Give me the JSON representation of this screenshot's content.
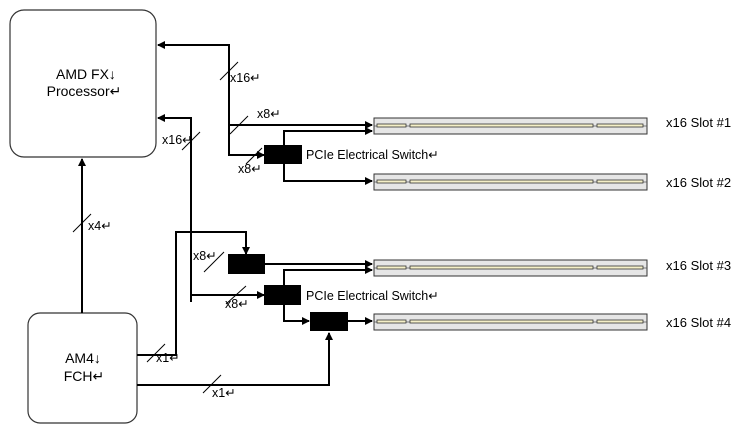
{
  "processor": {
    "line1": "AMD FX↓",
    "line2": "Processor↵"
  },
  "fch": {
    "line1": "AM4↓",
    "line2": "FCH↵"
  },
  "links": {
    "cpu_top_x16": "x16↵",
    "cpu_left_x16": "x16↵",
    "slot1_x8": "x8↵",
    "switch1_x8": "x8↵",
    "fch_cpu_x4": "x4↵",
    "mid_switch_x8": "x8↵",
    "switch2_x8": "x8↵",
    "fch_x1_upper": "x1↵",
    "fch_x1_lower": "x1↵"
  },
  "switches": [
    {
      "label": "PCIe Electrical Switch↵"
    },
    {
      "label": "PCIe Electrical Switch↵"
    }
  ],
  "slots": [
    {
      "label": "x16 Slot #1"
    },
    {
      "label": "x16 Slot #2"
    },
    {
      "label": "x16 Slot #3"
    },
    {
      "label": "x16 Slot #4"
    }
  ],
  "colors": {
    "slot_body": "#e6e6e6",
    "slot_pin": "#f5f0c8",
    "line": "#000000"
  }
}
